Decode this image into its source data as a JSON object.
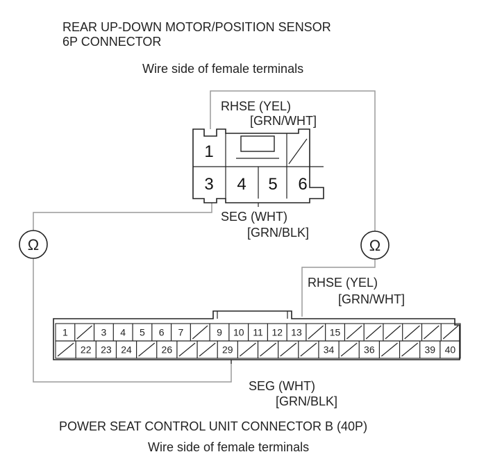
{
  "sensor_connector": {
    "title_line1": "REAR UP-DOWN MOTOR/POSITION SENSOR",
    "title_line2": "6P CONNECTOR",
    "subtitle": "Wire side of female terminals",
    "top_row": [
      "1",
      "",
      "",
      ""
    ],
    "bottom_row": [
      "3",
      "4",
      "5",
      "6"
    ]
  },
  "wire_labels": {
    "rhse_top": "RHSE (YEL)",
    "rhse_top_alt": "[GRN/WHT]",
    "seg_top": "SEG (WHT)",
    "seg_top_alt": "[GRN/BLK]",
    "rhse_bottom": "RHSE (YEL)",
    "rhse_bottom_alt": "[GRN/WHT]",
    "seg_bottom": "SEG (WHT)",
    "seg_bottom_alt": "[GRN/BLK]"
  },
  "meters": {
    "symbol": "Ω"
  },
  "control_connector": {
    "title": "POWER SEAT CONTROL UNIT CONNECTOR B (40P)",
    "subtitle": "Wire side of female terminals",
    "top_row": [
      "1",
      "",
      "3",
      "4",
      "5",
      "6",
      "7",
      "",
      "9",
      "10",
      "11",
      "12",
      "13",
      "",
      "15",
      "",
      "",
      "",
      "",
      "",
      ""
    ],
    "bottom_row": [
      "",
      "22",
      "23",
      "24",
      "",
      "26",
      "",
      "",
      "29",
      "",
      "",
      "",
      "",
      "34",
      "",
      "36",
      "",
      "",
      "39",
      "40"
    ]
  },
  "colors": {
    "wire": "#9a9a9a",
    "outline": "#222222"
  }
}
